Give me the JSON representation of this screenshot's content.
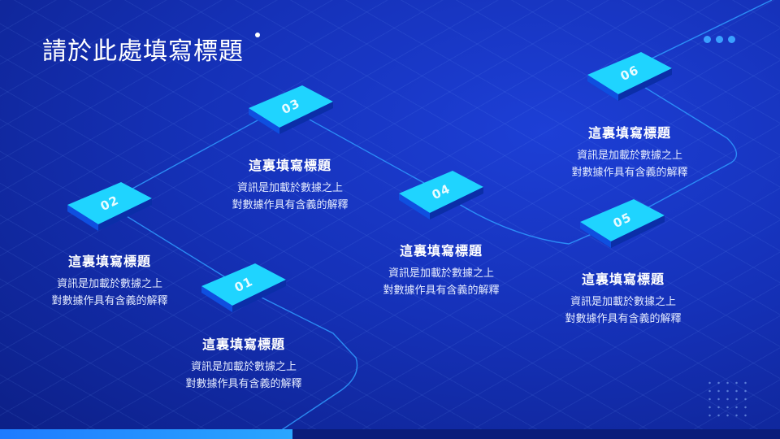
{
  "slide": {
    "title": "請於此處填寫標題",
    "colors": {
      "accent": "#1fd4ff",
      "background": "#1531b8",
      "line": "#2f9bff"
    },
    "steps": [
      {
        "number": "01",
        "heading": "這裏填寫標題",
        "line1": "資訊是加載於數據之上",
        "line2": "對數據作具有含義的解釋"
      },
      {
        "number": "02",
        "heading": "這裏填寫標題",
        "line1": "資訊是加載於數據之上",
        "line2": "對數據作具有含義的解釋"
      },
      {
        "number": "03",
        "heading": "這裏填寫標題",
        "line1": "資訊是加載於數據之上",
        "line2": "對數據作具有含義的解釋"
      },
      {
        "number": "04",
        "heading": "這裏填寫標題",
        "line1": "資訊是加載於數據之上",
        "line2": "對數據作具有含義的解釋"
      },
      {
        "number": "05",
        "heading": "這裏填寫標題",
        "line1": "資訊是加載於數據之上",
        "line2": "對數據作具有含義的解釋"
      },
      {
        "number": "06",
        "heading": "這裏填寫標題",
        "line1": "資訊是加載於數據之上",
        "line2": "對數據作具有含義的解釋"
      }
    ]
  }
}
